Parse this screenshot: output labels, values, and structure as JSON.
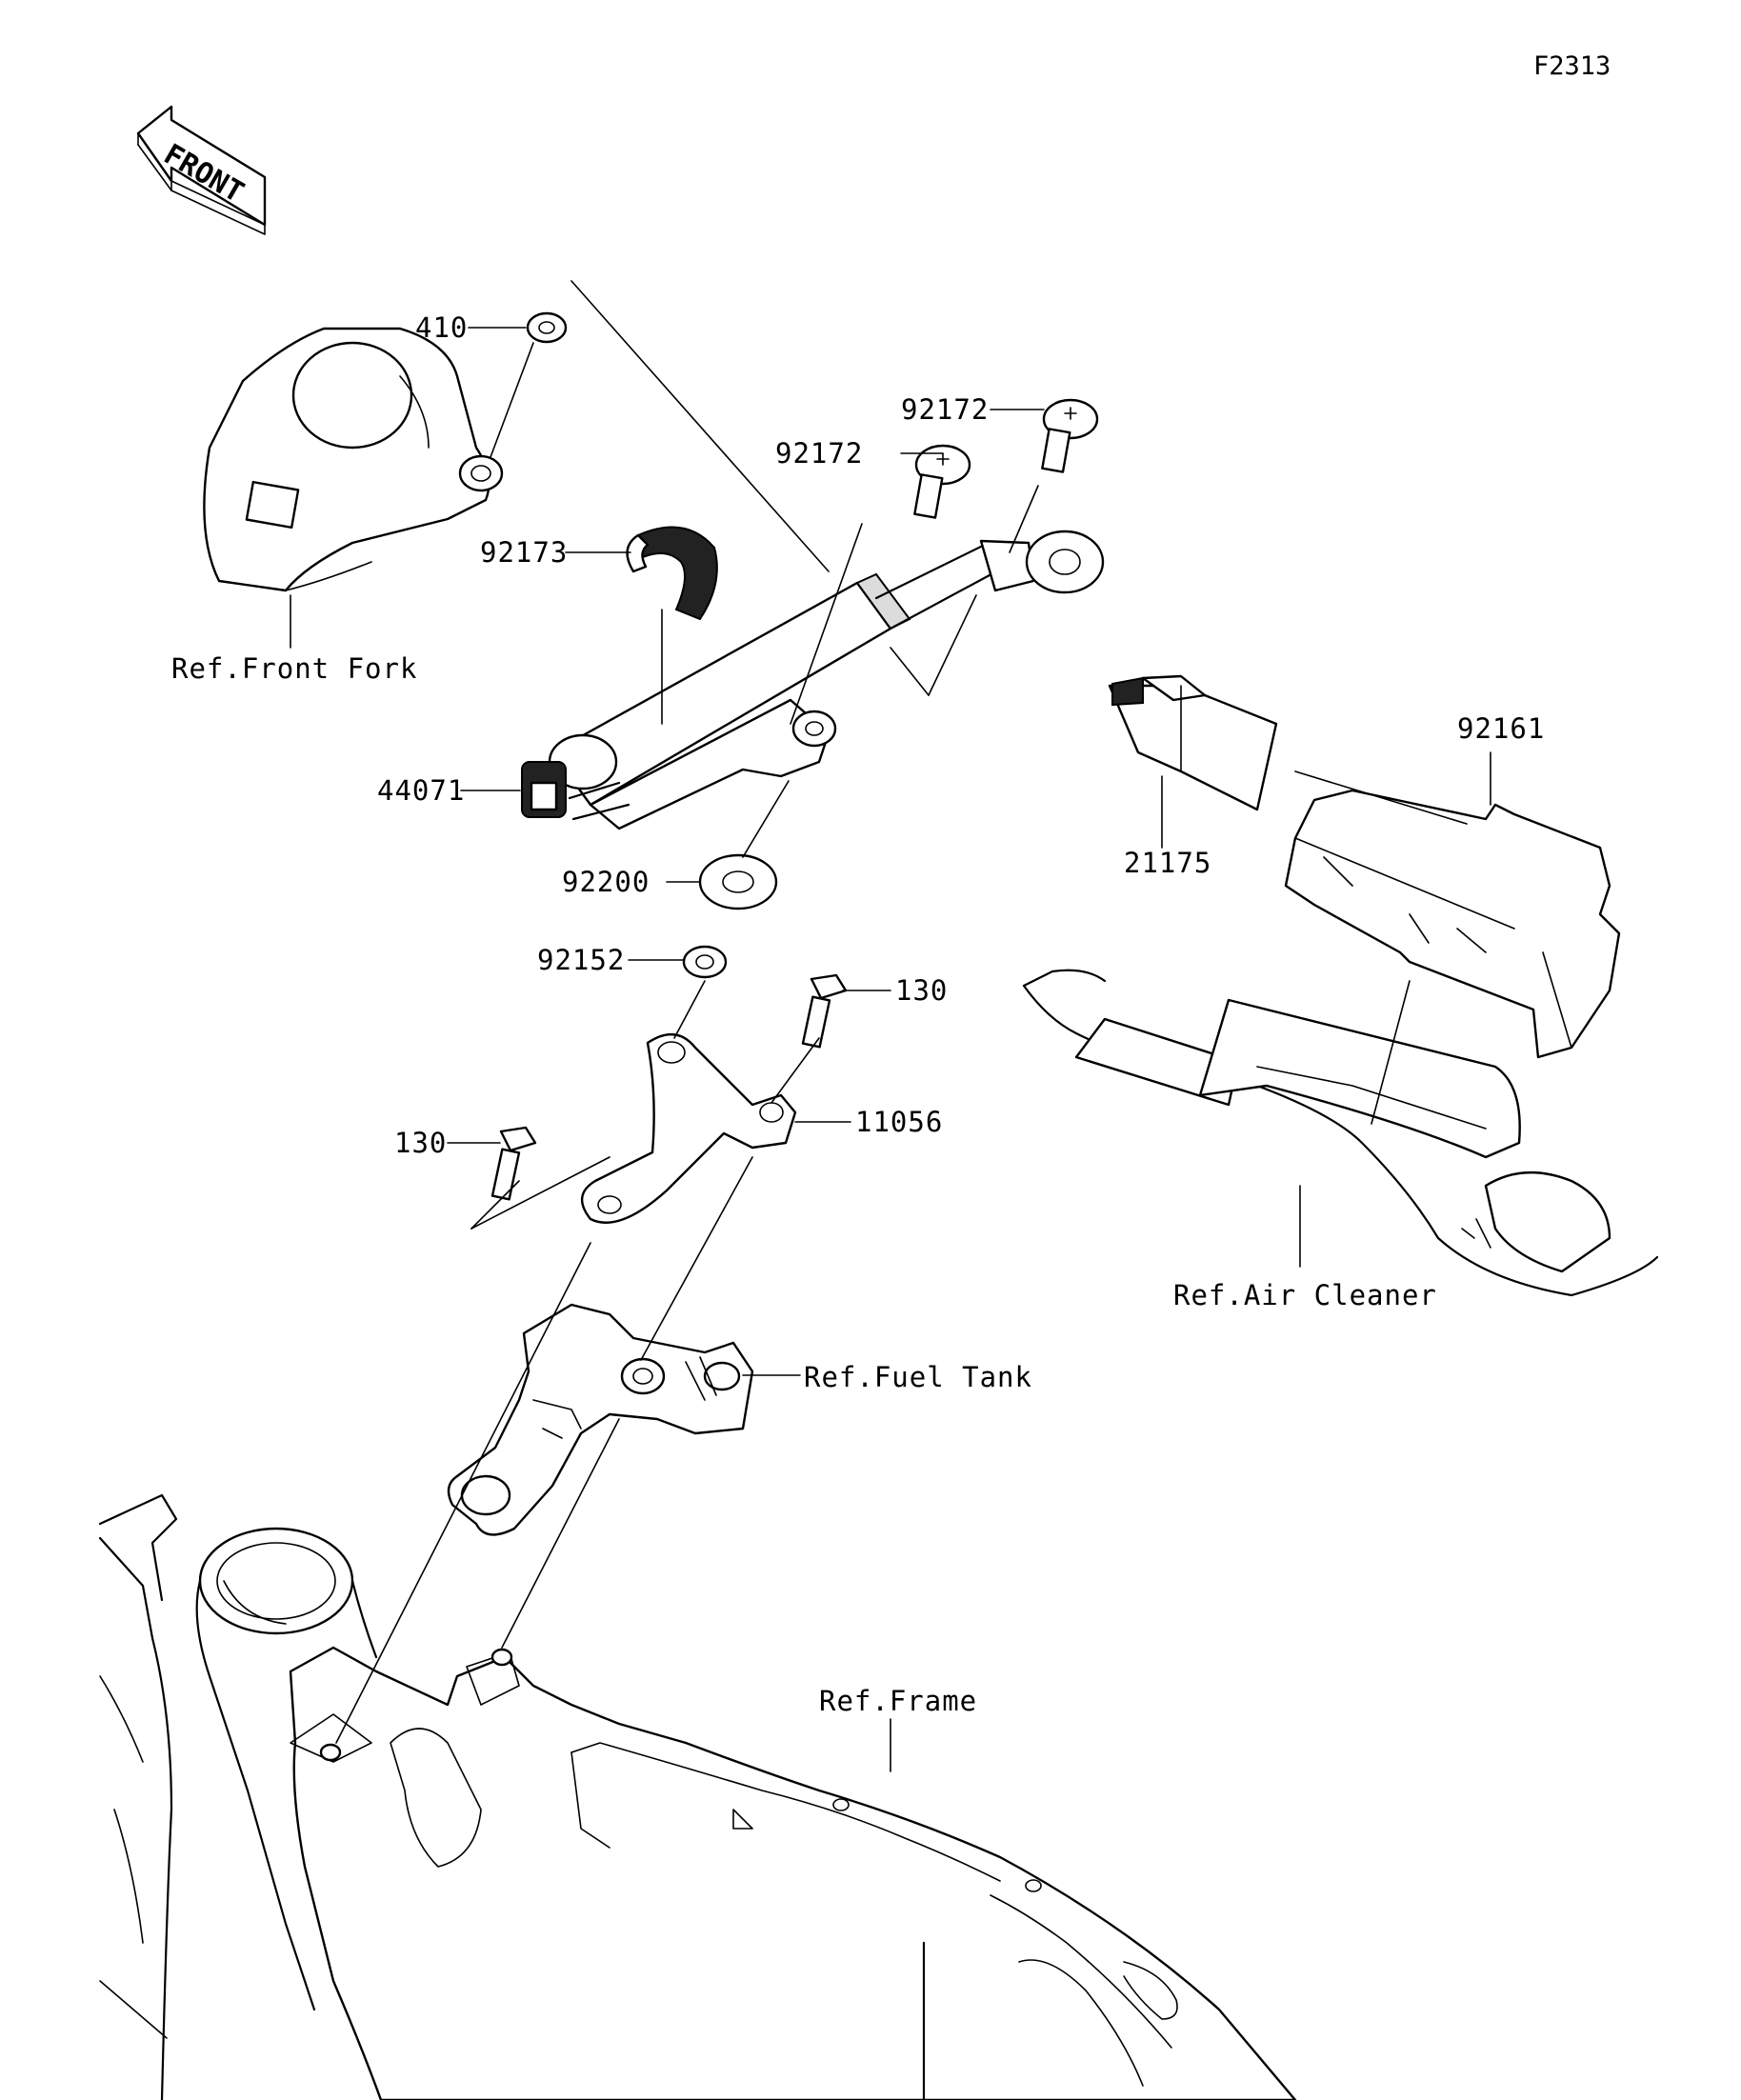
{
  "diagram_code": "F2313",
  "front_label": "FRONT",
  "parts": {
    "p410": "410",
    "p92172a": "92172",
    "p92172b": "92172",
    "p92173": "92173",
    "p44071": "44071",
    "p92200": "92200",
    "p92152": "92152",
    "p130a": "130",
    "p130b": "130",
    "p11056": "11056",
    "p92161": "92161",
    "p21175": "21175"
  },
  "refs": {
    "front_fork": "Ref.Front Fork",
    "air_cleaner": "Ref.Air Cleaner",
    "fuel_tank": "Ref.Fuel Tank",
    "frame": "Ref.Frame"
  }
}
